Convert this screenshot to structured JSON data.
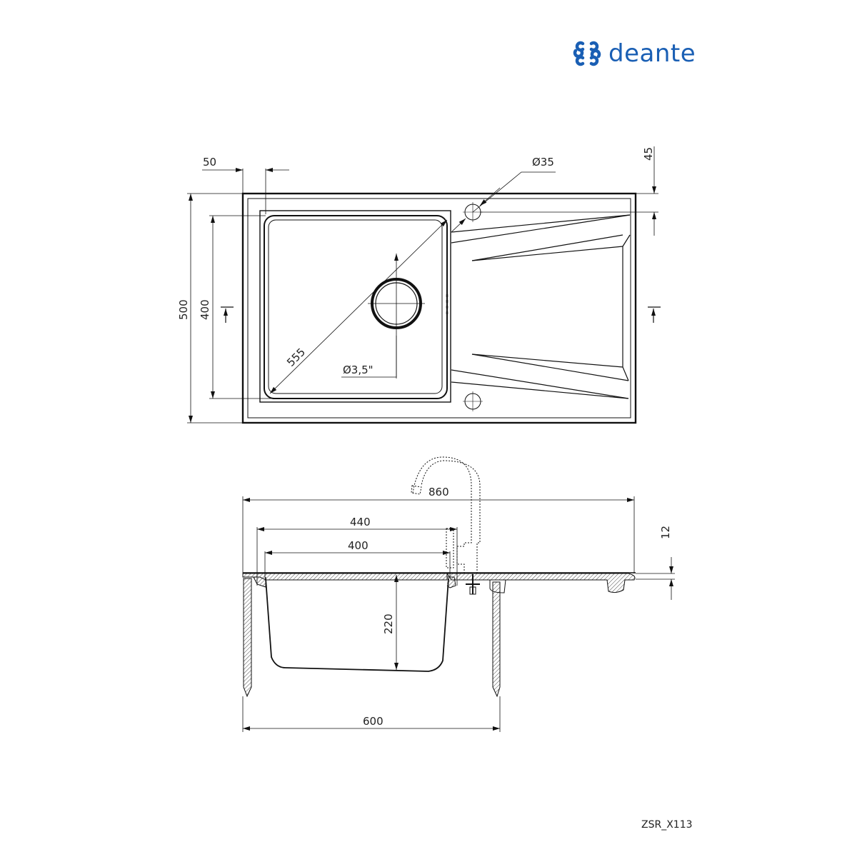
{
  "brand": {
    "name": "deante",
    "color": "#1a5fb4",
    "icon": "deante-swirl-logo-icon"
  },
  "product_code": "ZSR_X113",
  "top_view": {
    "dimensions": {
      "rim_offset": "50",
      "tap_hole_diameter": "Ø35",
      "tap_hole_offset": "45",
      "overall_depth": "500",
      "bowl_depth": "400",
      "bowl_diagonal": "555",
      "drain_diameter": "Ø3,5\""
    },
    "section_marker_left": "section-marker",
    "section_marker_right": "section-marker"
  },
  "side_view": {
    "dimensions": {
      "overall_width": "860",
      "bowl_outer_width": "440",
      "bowl_inner_width": "400",
      "rim_thickness": "12",
      "bowl_height": "220",
      "cabinet_width": "600"
    }
  },
  "colors": {
    "line": "#222222",
    "hatch": "#555555",
    "brand": "#1a5fb4"
  }
}
